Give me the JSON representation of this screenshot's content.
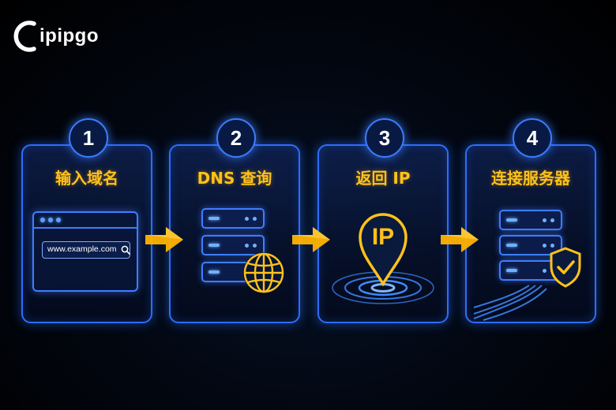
{
  "brand": {
    "name": "ipipgo"
  },
  "steps": [
    {
      "number": "1",
      "title": "输入域名"
    },
    {
      "number": "2",
      "title": "DNS 查询"
    },
    {
      "number": "3",
      "title": "返回 IP"
    },
    {
      "number": "4",
      "title": "连接服务器"
    }
  ],
  "browser": {
    "url": "www.example.com"
  },
  "ip_pin": {
    "label": "IP"
  },
  "colors": {
    "accent_gold": "#ffc21a",
    "accent_blue": "#2e6cff",
    "background": "#02060f"
  },
  "icons": [
    "search-icon",
    "globe-icon",
    "location-pin-icon",
    "shield-check-icon",
    "arrow-right-icon"
  ]
}
